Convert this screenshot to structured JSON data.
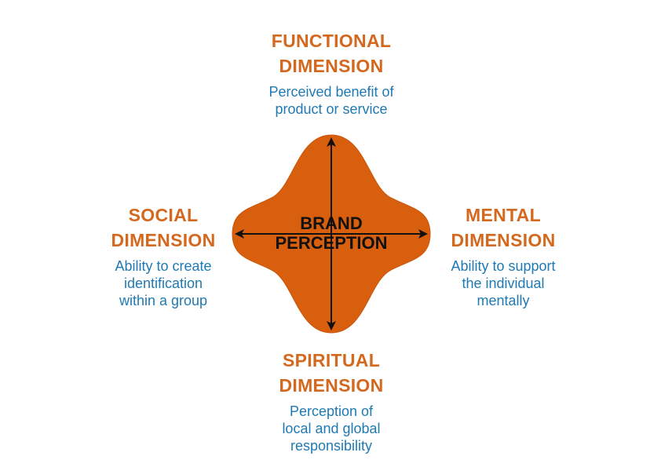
{
  "center": {
    "line1": "BRAND",
    "line2": "PERCEPTION"
  },
  "dimensions": {
    "top": {
      "title1": "FUNCTIONAL",
      "title2": "DIMENSION",
      "desc1": "Perceived benefit of",
      "desc2": "product or service"
    },
    "left": {
      "title1": "SOCIAL",
      "title2": "DIMENSION",
      "desc1": "Ability to create",
      "desc2": "identification",
      "desc3": "within a group"
    },
    "right": {
      "title1": "MENTAL",
      "title2": "DIMENSION",
      "desc1": "Ability to support",
      "desc2": "the individual",
      "desc3": "mentally"
    },
    "bottom": {
      "title1": "SPIRITUAL",
      "title2": "DIMENSION",
      "desc1": "Perception of",
      "desc2": "local and global",
      "desc3": "responsibility"
    }
  },
  "colors": {
    "shape_fill": "#d85f0e",
    "title": "#d4681e",
    "description": "#1f7ab3",
    "arrows": "#111111"
  }
}
